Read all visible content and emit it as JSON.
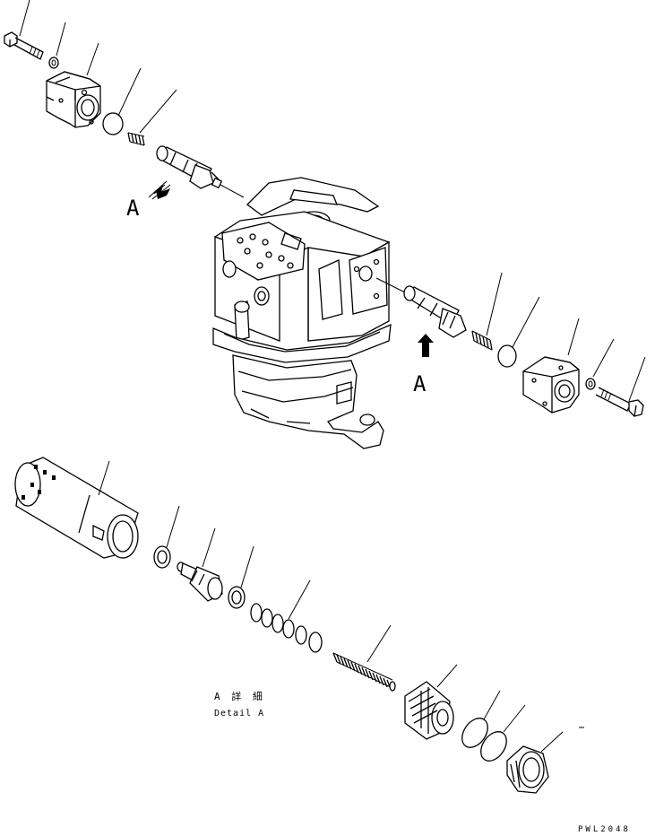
{
  "view_labels": {
    "view_a_upper": "A",
    "view_a_lower": "A"
  },
  "detail": {
    "title_line1": "A 詳 細",
    "title_line2": "Detail A"
  },
  "drawing_number": "PWL2048"
}
